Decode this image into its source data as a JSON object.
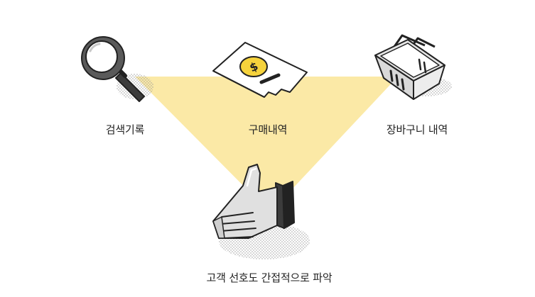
{
  "diagram": {
    "labels": {
      "search_history": "검색기록",
      "purchase_history": "구매내역",
      "cart_history": "장바구니 내역",
      "result": "고객 선호도 간접적으로 파악"
    },
    "colors": {
      "highlight": "#fbe9a6",
      "accent_yellow": "#f6d33c",
      "outline": "#222222",
      "icon_gray": "#d9d9d9",
      "dark_gray": "#3c3c3c",
      "text": "#222222"
    },
    "icons": [
      "magnifying-glass-icon",
      "receipt-dollar-icon",
      "shopping-basket-icon",
      "thumbs-up-icon"
    ]
  }
}
